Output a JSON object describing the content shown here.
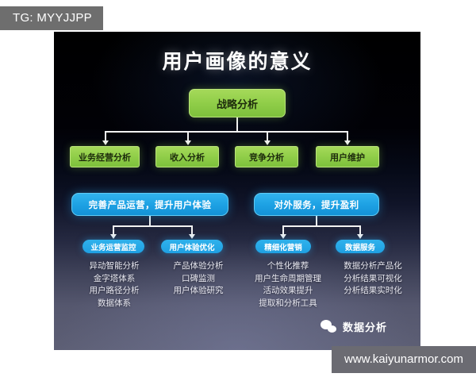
{
  "watermarks": {
    "telegram": "TG: MYYJJPP",
    "url": "www.kaiyunarmor.com"
  },
  "slide": {
    "title": "用户画像的意义",
    "root": {
      "label": "战略分析",
      "color": "#8DC63F"
    },
    "level2": [
      {
        "label": "业务经营分析"
      },
      {
        "label": "收入分析"
      },
      {
        "label": "竞争分析"
      },
      {
        "label": "用户维护"
      }
    ],
    "level3": [
      {
        "label": "完善产品运营，提升用户体验",
        "color": "#1EA2E4"
      },
      {
        "label": "对外服务，提升盈利",
        "color": "#1EA2E4"
      }
    ],
    "level4": [
      {
        "label": "业务运营监控"
      },
      {
        "label": "用户体验优化"
      },
      {
        "label": "精细化营销"
      },
      {
        "label": "数据服务"
      }
    ],
    "details": [
      {
        "items": [
          "异动智能分析",
          "金字塔体系",
          "用户路径分析",
          "数据体系"
        ]
      },
      {
        "items": [
          "产品体验分析",
          "口碑监测",
          "用户体验研究"
        ]
      },
      {
        "items": [
          "个性化推荐",
          "用户生命周期管理",
          "活动效果提升",
          "提取和分析工具"
        ]
      },
      {
        "items": [
          "数据分析产品化",
          "分析结果可视化",
          "分析结果实时化"
        ]
      }
    ],
    "footer": {
      "icon": "wechat-icon",
      "label": "数据分析"
    }
  }
}
